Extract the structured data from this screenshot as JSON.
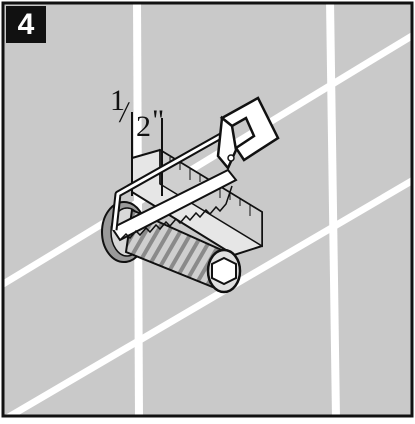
{
  "step": {
    "number": "4"
  },
  "measurement": {
    "numerator": "1",
    "slash": "/",
    "denominator": "2",
    "unit": "\""
  },
  "colors": {
    "tile": "#c9c9c9",
    "grout": "#ffffff",
    "border": "#111111",
    "ink": "#111111",
    "badge": "#111111",
    "badge_text": "#ffffff"
  },
  "icons": [
    "hacksaw-icon",
    "pipe-icon",
    "ruler-icon"
  ]
}
